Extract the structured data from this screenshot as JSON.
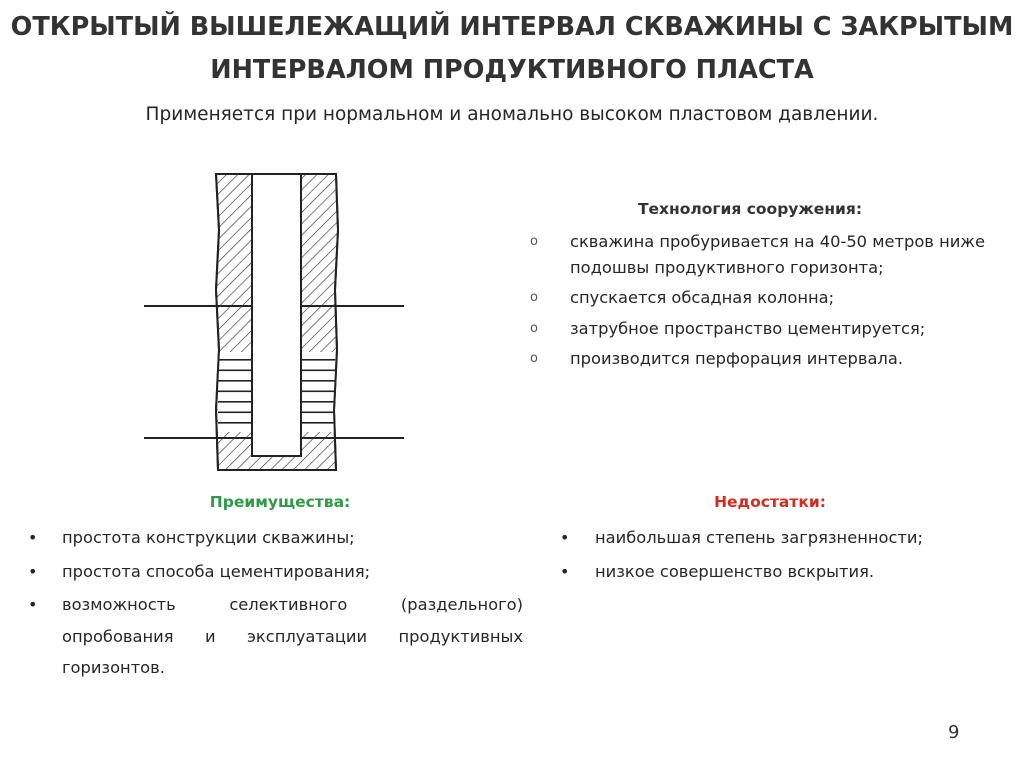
{
  "title": "ОТКРЫТЫЙ ВЫШЕЛЕЖАЩИЙ ИНТЕРВАЛ СКВАЖИНЫ С ЗАКРЫТЫМ ИНТЕРВАЛОМ ПРОДУКТИВНОГО ПЛАСТА",
  "subtitle": "Применяется при нормальном и аномально высоком пластовом давлении.",
  "technology": {
    "heading": "Технология сооружения:",
    "bullet": "o",
    "items": [
      "скважина пробуривается на 40-50 метров ниже подошвы продуктивного горизонта;",
      "спускается обсадная колонна;",
      "затрубное пространство цементируется;",
      "производится перфорация интервала."
    ]
  },
  "advantages": {
    "heading": "Преимущества:",
    "items": [
      "простота конструкции скважины;",
      "простота способа цементирования;",
      "возможность селективного (раздельного) опробования и эксплуатации продуктивных горизонтов."
    ]
  },
  "disadvantages": {
    "heading": "Недостатки:",
    "items": [
      "наибольшая степень загрязненности;",
      "низкое совершенство вскрытия."
    ]
  },
  "page_number": "9",
  "colors": {
    "advantages": "#2e9a45",
    "disadvantages": "#d62a1e"
  }
}
